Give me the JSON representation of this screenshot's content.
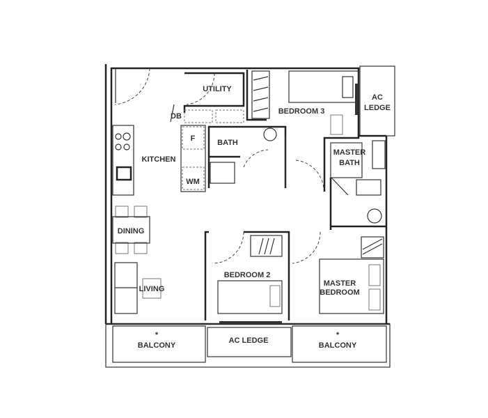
{
  "rooms": {
    "utility": "UTILITY",
    "db": "DB",
    "fridge": "F",
    "wm": "WM",
    "bath": "BATH",
    "bedroom3": "BEDROOM 3",
    "ac_ledge_top_1": "AC",
    "ac_ledge_top_2": "LEDGE",
    "master_bath_1": "MASTER",
    "master_bath_2": "BATH",
    "kitchen": "KITCHEN",
    "dining": "DINING",
    "living": "LIVING",
    "bedroom2": "BEDROOM 2",
    "master_bedroom_1": "MASTER",
    "master_bedroom_2": "BEDROOM",
    "balcony_left": "BALCONY",
    "ac_ledge_bottom": "AC LEDGE",
    "balcony_right": "BALCONY",
    "balcony_mark": "*"
  }
}
